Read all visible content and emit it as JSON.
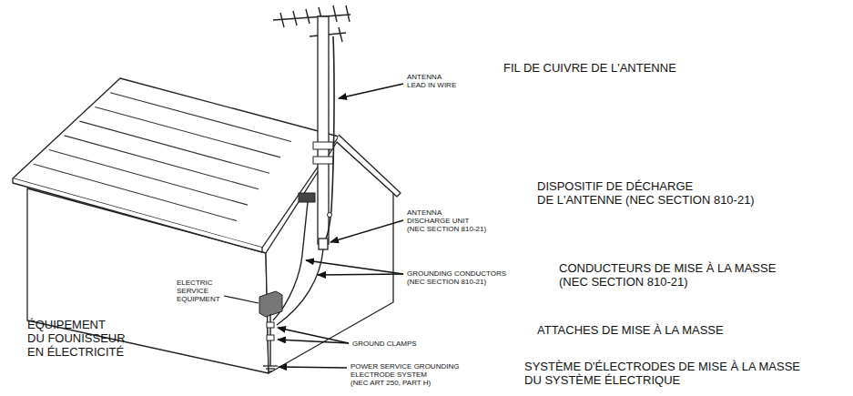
{
  "diagram": {
    "labels": [
      "ANTENNA LEAD IN WIRE",
      "FIL DE CUIVRE DE L'ANTENNE",
      "ANTENNA DISCHARGE UNIT (NEC SECTION 810-21)",
      "DISPOSITIF DE DÉCHARGE DE L'ANTENNE (NEC SECTION 810-21)",
      "ELECTRIC SERVICE EQUIPMENT",
      "GROUNDING CONDUCTORS (NEC SECTION 810-21)",
      "CONDUCTEURS DE MISE À LA MASSE (NEC SECTION 810-21)",
      "ÉQUIPEMENT DU FOUNISSEUR EN ÉLECTRICITÉ",
      "ATTACHES DE MISE À LA MASSE",
      "GROUND CLAMPS",
      "POWER SERVICE GROUNDING ELECTRODE SYSTEM (NEC ART 250, PART H)",
      "SYSTÈME D'ÉLECTRODES DE MISE À LA MASSE DU SYSTÈME ÉLECTRIQUE"
    ]
  }
}
